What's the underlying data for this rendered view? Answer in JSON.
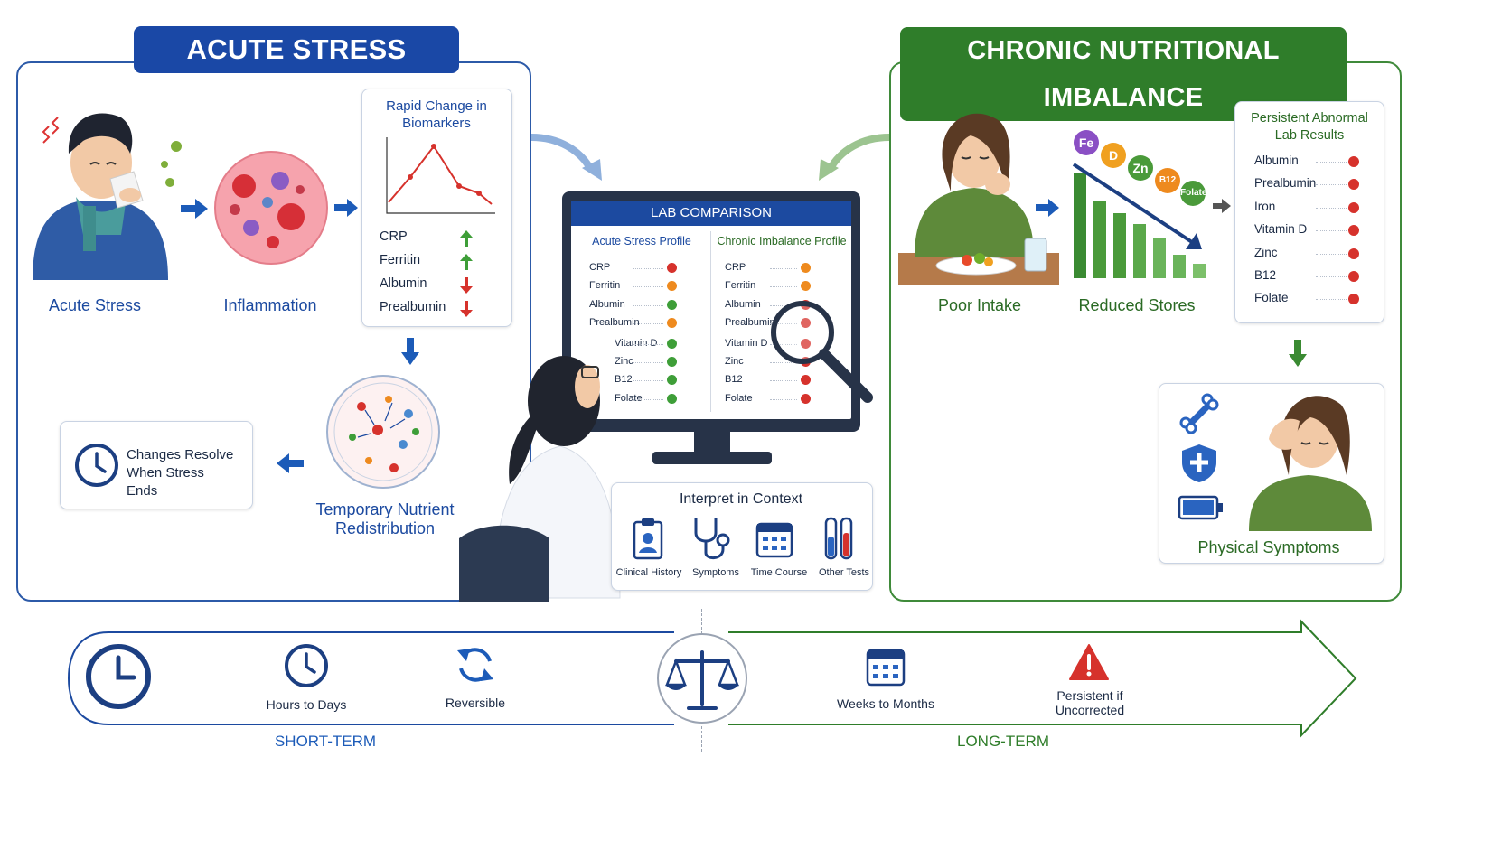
{
  "acute": {
    "title": "ACUTE STRESS",
    "steps": [
      "Acute Stress",
      "Inflammation"
    ],
    "chart_title": "Rapid Change in Biomarkers",
    "markers": [
      {
        "label": "CRP",
        "direction": "up"
      },
      {
        "label": "Ferritin",
        "direction": "up"
      },
      {
        "label": "Albumin",
        "direction": "down"
      },
      {
        "label": "Prealbumin",
        "direction": "down"
      }
    ],
    "redistribution": "Temporary Nutrient Redistribution",
    "resolve": "Changes Resolve When Stress Ends"
  },
  "chronic": {
    "title": "CHRONIC NUTRITIONAL IMBALANCE",
    "steps": [
      "Poor Intake",
      "Reduced Stores"
    ],
    "nutrients": [
      "Fe",
      "D",
      "Zn",
      "B12",
      "Folate"
    ],
    "results_title": "Persistent Abnormal Lab Results",
    "results": [
      "Albumin",
      "Prealbumin",
      "Iron",
      "Vitamin D",
      "Zinc",
      "B12",
      "Folate"
    ],
    "symptoms": "Physical Symptoms"
  },
  "lab": {
    "title": "LAB COMPARISON",
    "acute_header": "Acute Stress Profile",
    "chronic_header": "Chronic Imbalance Profile",
    "rows": [
      "CRP",
      "Ferritin",
      "Albumin",
      "Prealbumin",
      "Vitamin D",
      "Zinc",
      "B12",
      "Folate"
    ],
    "acute_status": [
      "red",
      "orange",
      "green",
      "orange",
      "green",
      "green",
      "green",
      "green"
    ],
    "chronic_status": [
      "orange",
      "orange",
      "red",
      "red",
      "red",
      "red",
      "red",
      "red"
    ]
  },
  "context": {
    "title": "Interpret in Context",
    "items": [
      "Clinical History",
      "Symptoms",
      "Time Course",
      "Other Tests"
    ]
  },
  "timeline": {
    "short_items": [
      "Hours to Days",
      "Reversible"
    ],
    "long_items": [
      "Weeks to Months",
      "Persistent if Uncorrected"
    ],
    "short_label": "SHORT-TERM",
    "long_label": "LONG-TERM"
  },
  "colors": {
    "blue": "#1c4aa0",
    "green": "#2f7d2a",
    "red": "#d6322c",
    "orange": "#ee8a1e",
    "ok": "#3e9e38"
  }
}
